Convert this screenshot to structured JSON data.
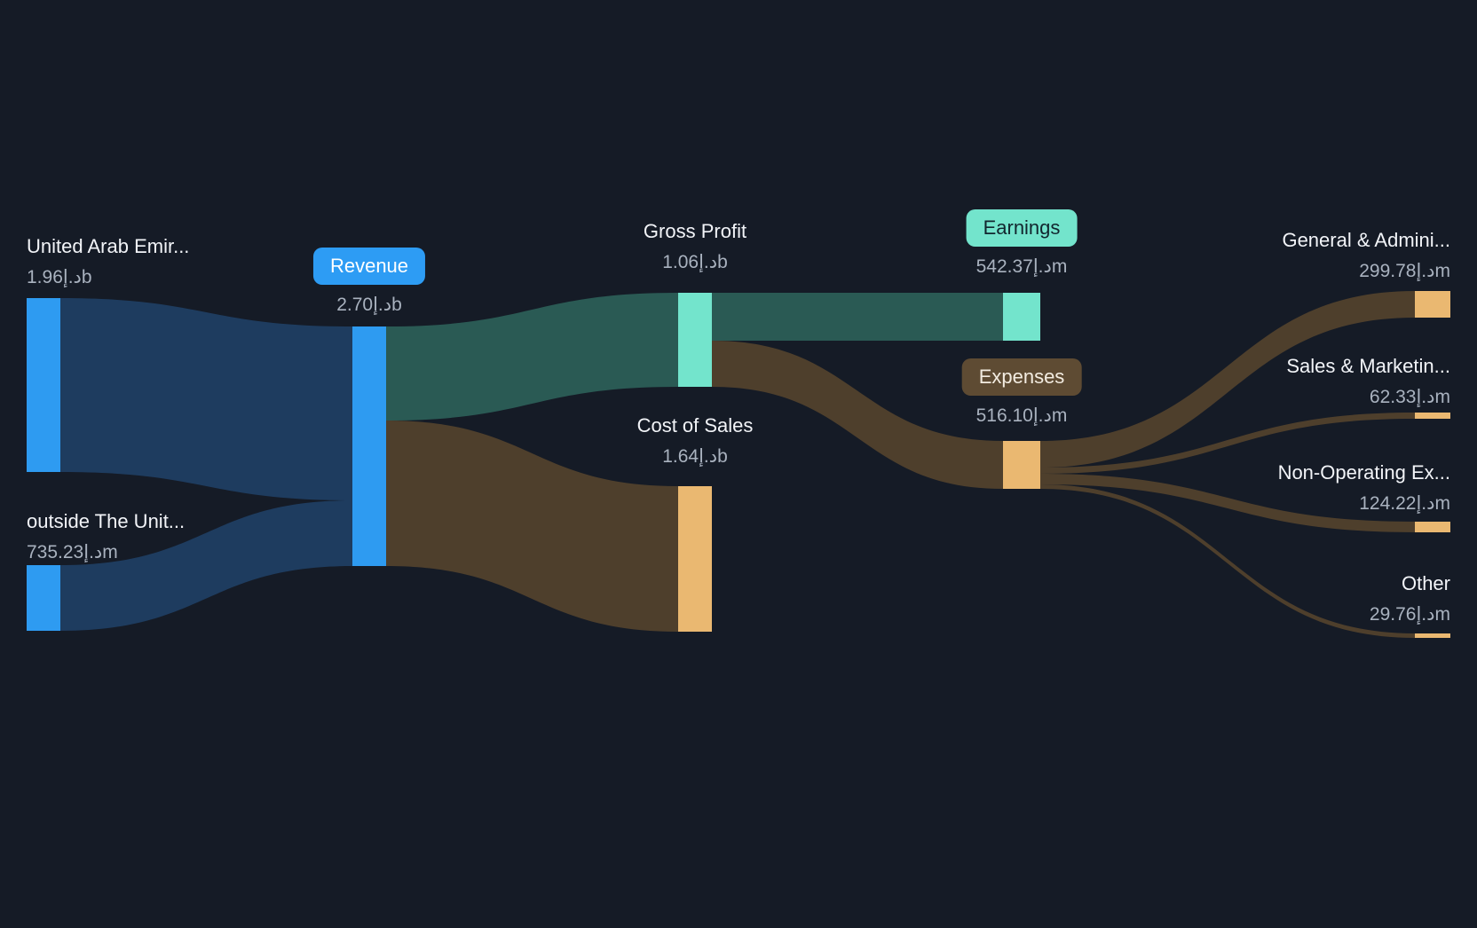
{
  "background": "#151B26",
  "palette": {
    "node_blue": "#2E9BF1",
    "node_teal": "#73E4CC",
    "node_orange": "#EAB871",
    "badge_blue_bg": "#2D9CF4",
    "badge_teal_bg": "#73E4CC",
    "badge_brown_bg": "#5E4B33",
    "link_blue": "#1E3C5F",
    "link_teal": "#2A5A54",
    "link_brown": "#4E3F2C",
    "label_text": "#F2F4F8",
    "value_text": "#A9B2BF"
  },
  "chart_data": {
    "type": "sankey",
    "currency_symbol": "د.إ",
    "legend_position": "none",
    "grid": false,
    "nodes": [
      {
        "id": "united-arab-emirates",
        "label": "United Arab Emir...",
        "value": "1.96د.إb",
        "column": 0,
        "color": "#2E9BF1"
      },
      {
        "id": "outside-united",
        "label": "outside The Unit...",
        "value": "735.23د.إm",
        "column": 0,
        "color": "#2E9BF1"
      },
      {
        "id": "revenue",
        "label": "Revenue",
        "value": "2.70د.إb",
        "column": 1,
        "color": "#2D9CF4",
        "badge": true
      },
      {
        "id": "gross-profit",
        "label": "Gross Profit",
        "value": "1.06د.إb",
        "column": 2,
        "color": "#73E4CC"
      },
      {
        "id": "cost-of-sales",
        "label": "Cost of Sales",
        "value": "1.64د.إb",
        "column": 2,
        "color": "#EAB871"
      },
      {
        "id": "earnings",
        "label": "Earnings",
        "value": "542.37د.إm",
        "column": 3,
        "color": "#73E4CC",
        "badge": true
      },
      {
        "id": "expenses",
        "label": "Expenses",
        "value": "516.10د.إm",
        "column": 3,
        "color": "#EAB871",
        "badge": true
      },
      {
        "id": "general-administrative",
        "label": "General & Admini...",
        "value": "299.78د.إm",
        "column": 4,
        "color": "#EAB871"
      },
      {
        "id": "sales-marketing",
        "label": "Sales & Marketin...",
        "value": "62.33د.إm",
        "column": 4,
        "color": "#EAB871"
      },
      {
        "id": "non-operating-expense",
        "label": "Non-Operating Ex...",
        "value": "124.22د.إm",
        "column": 4,
        "color": "#EAB871"
      },
      {
        "id": "other",
        "label": "Other",
        "value": "29.76د.إm",
        "column": 4,
        "color": "#EAB871"
      }
    ],
    "links": [
      {
        "source": "united-arab-emirates",
        "target": "revenue",
        "value_m": 1960.0
      },
      {
        "source": "outside-united",
        "target": "revenue",
        "value_m": 735.23
      },
      {
        "source": "revenue",
        "target": "gross-profit",
        "value_m": 1058.47
      },
      {
        "source": "revenue",
        "target": "cost-of-sales",
        "value_m": 1640.0
      },
      {
        "source": "gross-profit",
        "target": "earnings",
        "value_m": 542.37
      },
      {
        "source": "gross-profit",
        "target": "expenses",
        "value_m": 516.1
      },
      {
        "source": "expenses",
        "target": "general-administrative",
        "value_m": 299.78
      },
      {
        "source": "expenses",
        "target": "sales-marketing",
        "value_m": 62.33
      },
      {
        "source": "expenses",
        "target": "non-operating-expense",
        "value_m": 124.22
      },
      {
        "source": "expenses",
        "target": "other",
        "value_m": 29.76
      }
    ]
  }
}
